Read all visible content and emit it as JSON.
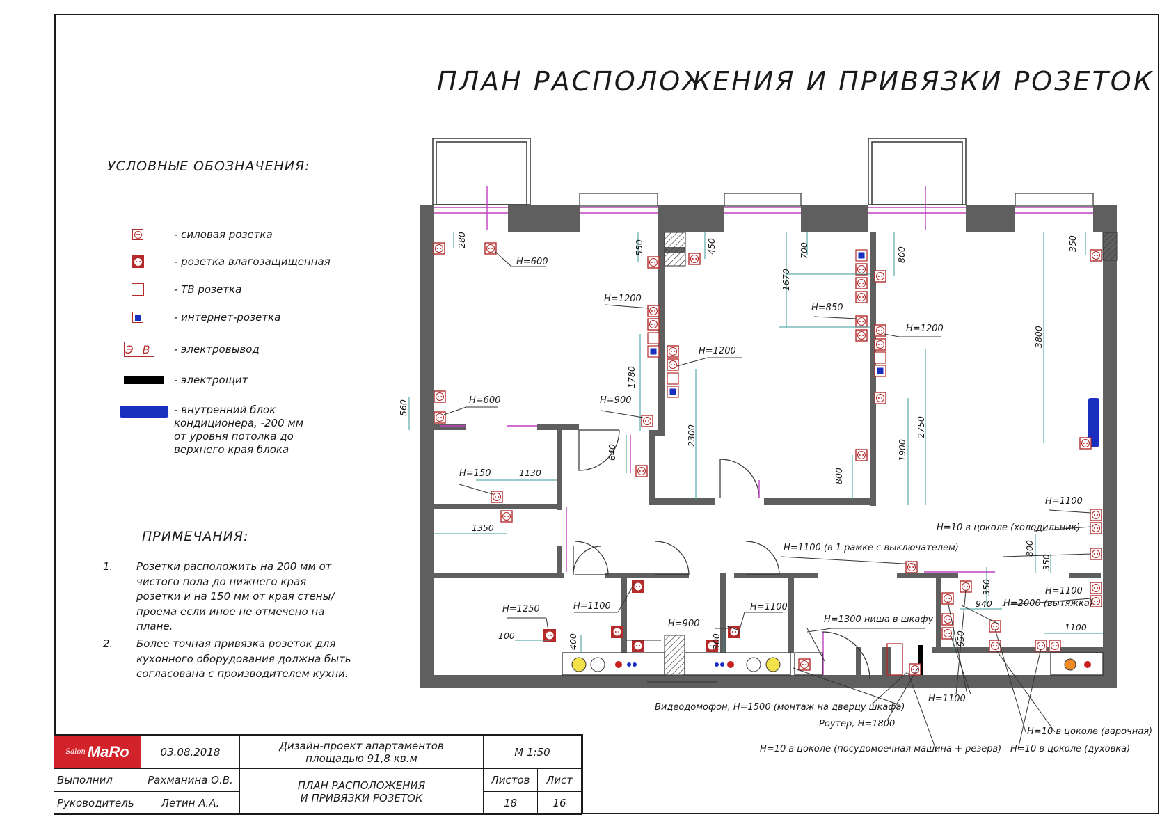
{
  "title": "ПЛАН РАСПОЛОЖЕНИЯ И ПРИВЯЗКИ РОЗЕТОК",
  "legend": {
    "heading": "УСЛОВНЫЕ ОБОЗНАЧЕНИЯ:",
    "items": [
      {
        "icon": "power-socket-icon",
        "label": "- силовая розетка"
      },
      {
        "icon": "waterproof-socket-icon",
        "label": "- розетка влагозащищенная"
      },
      {
        "icon": "tv-socket-icon",
        "label": "- ТВ розетка"
      },
      {
        "icon": "internet-socket-icon",
        "label": "- интернет-розетка"
      },
      {
        "icon": "electrical-outlet-icon",
        "symbol": "Э В",
        "label": "- электровывод"
      },
      {
        "icon": "electrical-panel-icon",
        "label": "- электрощит"
      },
      {
        "icon": "ac-indoor-unit-icon",
        "label": "- внутренний блок кондиционера, -200 мм от уровня потолка до верхнего края блока"
      }
    ]
  },
  "notes": {
    "heading": "ПРИМЕЧАНИЯ:",
    "items": [
      {
        "num": "1.",
        "text": "Розетки расположить на 200 мм от чистого пола до нижнего края розетки и на 150 мм от края стены/проема если иное не отмечено на плане."
      },
      {
        "num": "2.",
        "text": "Более точная привязка розеток для кухонного оборудования должна быть согласована с производителем кухни."
      }
    ]
  },
  "plan_labels": {
    "h600_a": "H=600",
    "h600_b": "H=600",
    "h1200_a": "H=1200",
    "h1200_b": "H=1200",
    "h1200_c": "H=1200",
    "h900_a": "H=900",
    "h900_b": "H=900",
    "h850": "H=850",
    "h150": "H=150",
    "h1100_a": "H=1100",
    "h1100_b": "H=1100",
    "h1100_c": "H=1100",
    "h1100_d": "H=1100",
    "h1250": "H=1250",
    "h1100_frame": "H=1100 (в 1 рамке с выключателем)",
    "h1300_niche": "H=1300 ниша в шкафу",
    "h10_fridge": "H=10 в цоколе (холодильник)",
    "h2000_hood": "H=2000 (вытяжка)",
    "videophone": "Видеодомофон, H=1500 (монтаж на дверцу шкафа)",
    "router": "Роутер, H=1800",
    "h10_dishwasher": "H=10 в цоколе (посудомоечная машина + резерв)",
    "h10_hob": "H=10 в цоколе (варочная)",
    "h10_oven": "H=10 в цоколе (духовка)",
    "h1100_bottom": "H=1100"
  },
  "dimensions": {
    "d280": "280",
    "d550": "550",
    "d450": "450",
    "d700": "700",
    "d800a": "800",
    "d350a": "350",
    "d1670": "1670",
    "d3800": "3800",
    "d1780": "1780",
    "d560": "560",
    "d640": "640",
    "d2300": "2300",
    "d2750": "2750",
    "d1900": "1900",
    "d800b": "800",
    "d1130": "1130",
    "d1350": "1350",
    "d800c": "800",
    "d350b": "350",
    "d350c": "350",
    "d940": "940",
    "d1100": "1100",
    "d650": "650",
    "d100": "100",
    "d400": "400",
    "d300": "300"
  },
  "stamp": {
    "logo_small": "Salon",
    "logo_big": "MaRo",
    "date": "03.08.2018",
    "project": "Дизайн-проект апартаментов площадью 91,8 кв.м",
    "scale": "M 1:50",
    "performed_label": "Выполнил",
    "performed_name": "Рахманина О.В.",
    "head_label": "Руководитель",
    "head_name": "Летин А.А.",
    "sheet_title": "ПЛАН РАСПОЛОЖЕНИЯ И ПРИВЯЗКИ РОЗЕТОК",
    "sheets_label": "Листов",
    "sheet_label": "Лист",
    "sheets_value": "18",
    "sheet_value": "16"
  },
  "colors": {
    "wall": "#5f5f5f",
    "socket": "#b52a2a",
    "internet": "#1a2fbf",
    "window": "#c040c0",
    "dimension": "#3a9a9a"
  }
}
